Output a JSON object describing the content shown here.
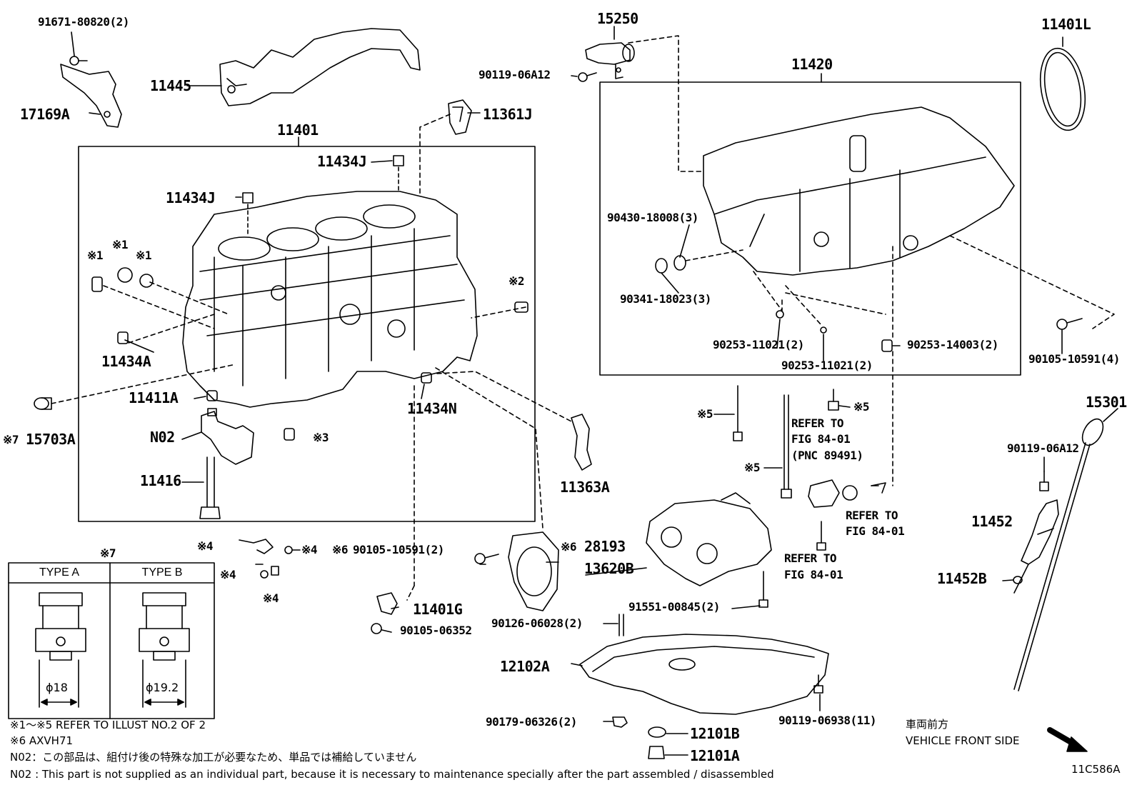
{
  "labels": {
    "p91671": "91671-80820(2)",
    "p11445": "11445",
    "p17169A": "17169A",
    "p15250": "15250",
    "p90119_06A12_top": "90119-06A12",
    "p11361J": "11361J",
    "p11401": "11401",
    "p11434J_a": "11434J",
    "p11434J_b": "11434J",
    "p11420": "11420",
    "p11401L": "11401L",
    "p90430": "90430-18008(3)",
    "p90341": "90341-18023(3)",
    "p90253_a": "90253-11021(2)",
    "p90253_b": "90253-11021(2)",
    "p90253_14003": "90253-14003(2)",
    "p90105_10591_4": "90105-10591(4)",
    "p11434A": "11434A",
    "p11411A": "11411A",
    "p11434N": "11434N",
    "p15703A": "15703A",
    "p15703A_mark": "※7",
    "pN02": "N02",
    "p11416": "11416",
    "p11363A": "11363A",
    "p15301": "15301",
    "p90119_06A12_r": "90119-06A12",
    "p11452": "11452",
    "p11452B": "11452B",
    "mark1_a": "※1",
    "mark1_b": "※1",
    "mark1_c": "※1",
    "mark2": "※2",
    "mark3": "※3",
    "mark4_a": "※4",
    "mark4_b": "※4",
    "mark4_c": "※4",
    "mark4_d": "※4",
    "mark5_a": "※5",
    "mark5_b": "※5",
    "mark5_c": "※5",
    "mark6_a": "※6",
    "mark6_b": "※6",
    "p90105_10591_2": "90105-10591(2)",
    "p28193": "28193",
    "p13620B": "13620B",
    "p11401G": "11401G",
    "p90105_06352": "90105-06352",
    "p91551": "91551-00845(2)",
    "p90126": "90126-06028(2)",
    "p12102A": "12102A",
    "p90179": "90179-06326(2)",
    "p90119_06938": "90119-06938(11)",
    "p12101B": "12101B",
    "p12101A": "12101A",
    "refer1_a": "REFER TO",
    "refer1_b": "FIG 84-01",
    "refer1_c": "(PNC 89491)",
    "refer2_a": "REFER TO",
    "refer2_b": "FIG 84-01",
    "refer3_a": "REFER TO",
    "refer3_b": "FIG 84-01"
  },
  "inset": {
    "mark": "※7",
    "type_a": "TYPE A",
    "type_b": "TYPE B",
    "dim_a": "ϕ18",
    "dim_b": "ϕ19.2"
  },
  "notes": {
    "n1": "※1～※5  REFER TO ILLUST NO.2 OF 2",
    "n2": "※6 AXVH71",
    "n3": "N02：この部品は、組付け後の特殊な加工が必要なため、単品では補給していません",
    "n4": "N02 : This part is not supplied as an individual part, because it is necessary to maintenance specially after the part assembled / disassembled"
  },
  "front": {
    "jp": "車両前方",
    "en": "VEHICLE FRONT SIDE"
  },
  "figure_id": "11C586A"
}
